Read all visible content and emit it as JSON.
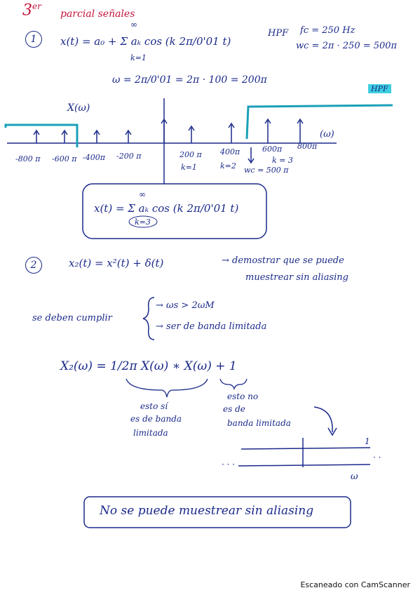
{
  "header": {
    "number": "3",
    "superscript": "er",
    "subtitle": "parcial señales"
  },
  "problem1": {
    "label": "1",
    "equation": "x(t) = a₀ + Σ aₖ cos (k 2π/0'01 t)",
    "sum_upper": "∞",
    "sum_lower": "k=1",
    "hpf_label": "HPF",
    "fc": "fc = 250 Hz",
    "wc": "wc = 2π · 250 = 500π",
    "omega": "ω = 2π/0'01 = 2π · 100 = 200π",
    "hpf_tag": "HPF",
    "xw_label": "X(ω)",
    "w_axis": "(ω)",
    "ticks": [
      "-800 π",
      "-600 π",
      "-400π",
      "-200 π",
      "200 π",
      "400π",
      "600π",
      "800π"
    ],
    "k1": "k=1",
    "k2": "k=2",
    "k3": "k = 3",
    "wc_mark": "wc = 500 π",
    "result": "x(t) = Σ aₖ cos (k 2π/0'01 t)",
    "result_sum_upper": "∞",
    "result_sum_lower": "k=3"
  },
  "problem2": {
    "label": "2",
    "equation": "x₂(t) = x²(t) + δ(t)",
    "arrow_text_1": "→ demostrar que se puede",
    "arrow_text_2": "muestrear sin aliasing",
    "conditions_intro": "se deben cumplir",
    "cond1": "→ ωs > 2ωM",
    "cond2": "→ ser de banda limitada",
    "x2w": "X₂(ω) = 1/2π X(ω) ∗ X(ω) + 1",
    "note1_l1": "esto sí",
    "note1_l2": "es de banda",
    "note1_l3": "limitada",
    "note2_l1": "esto no",
    "note2_l2": "es de",
    "note2_l3": "banda limitada",
    "plot_level": "1",
    "plot_axis": "ω",
    "conclusion": "No se puede muestrear sin aliasing"
  },
  "footer": {
    "scanner": "Escaneado con CamScanner"
  },
  "colors": {
    "ink": "#1b2a8a",
    "red": "#c4123a",
    "cyan": "#1aa0b8"
  }
}
